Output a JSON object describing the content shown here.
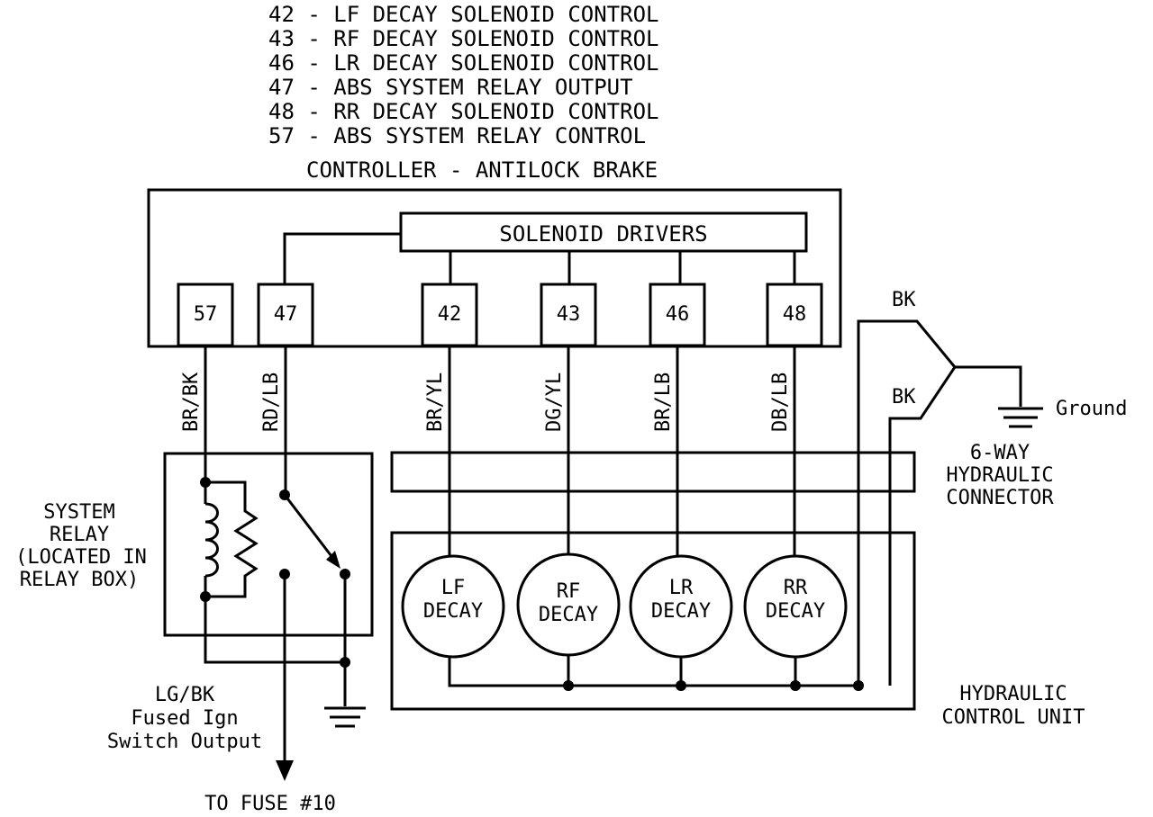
{
  "legend": [
    "42 - LF DECAY SOLENOID CONTROL",
    "43 - RF DECAY SOLENOID CONTROL",
    "46 - LR DECAY SOLENOID CONTROL",
    "47 - ABS SYSTEM RELAY OUTPUT",
    "48 - RR DECAY SOLENOID CONTROL",
    "57 - ABS SYSTEM RELAY CONTROL"
  ],
  "controller_title": "CONTROLLER - ANTILOCK BRAKE",
  "solenoid_drivers": "SOLENOID DRIVERS",
  "pins": [
    "57",
    "47",
    "42",
    "43",
    "46",
    "48"
  ],
  "wires": [
    "BR/BK",
    "RD/LB",
    "BR/YL",
    "DG/YL",
    "BR/LB",
    "DB/LB"
  ],
  "relay_label": [
    "SYSTEM",
    "RELAY",
    "(LOCATED IN",
    "RELAY BOX)"
  ],
  "fused_label": [
    "LG/BK",
    "Fused Ign",
    "Switch Output"
  ],
  "fuse_label": "TO FUSE #10",
  "ground_wires": [
    "BK",
    "BK"
  ],
  "ground_label": "Ground",
  "connector_label": [
    "6-WAY",
    "HYDRAULIC",
    "CONNECTOR"
  ],
  "solenoids": [
    {
      "line1": "LF",
      "line2": "DECAY"
    },
    {
      "line1": "RF",
      "line2": "DECAY"
    },
    {
      "line1": "LR",
      "line2": "DECAY"
    },
    {
      "line1": "RR",
      "line2": "DECAY"
    }
  ],
  "hcu_label": [
    "HYDRAULIC",
    "CONTROL UNIT"
  ]
}
